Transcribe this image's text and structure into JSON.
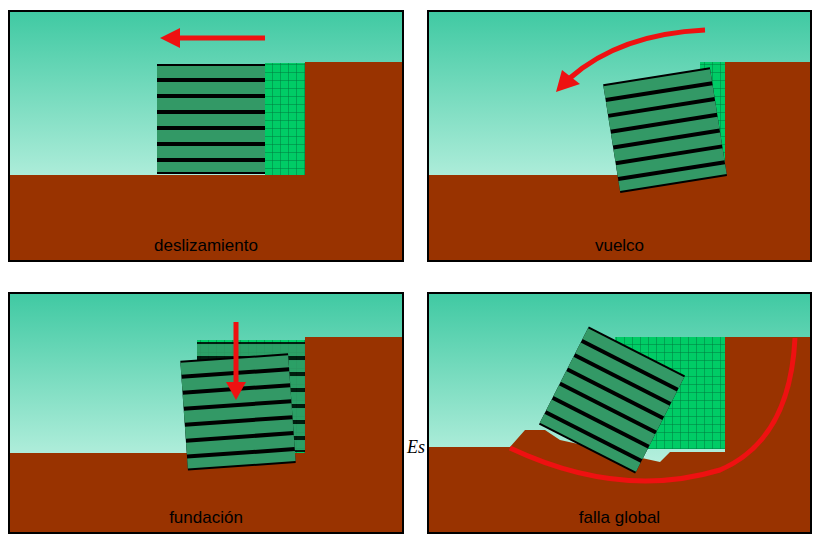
{
  "diagram": {
    "nodes": [
      {
        "text": [
          "deslizamiento"
        ]
      },
      {
        "text": [
          "vuelco"
        ]
      },
      {
        "text": [
          "fundación"
        ]
      },
      {
        "text": [
          "falla global"
        ]
      }
    ],
    "labels": [
      "Es"
    ]
  }
}
